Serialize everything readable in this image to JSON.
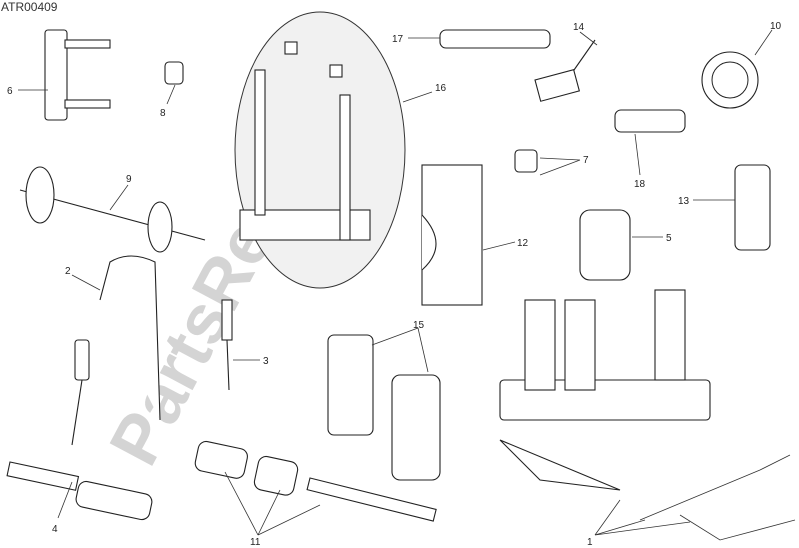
{
  "diagram_code": "ATR00409",
  "watermark": "PartsRepublik",
  "callouts": [
    "1",
    "2",
    "3",
    "4",
    "5",
    "6",
    "7",
    "8",
    "9",
    "10",
    "11",
    "12",
    "13",
    "14",
    "15",
    "16",
    "17",
    "18"
  ]
}
